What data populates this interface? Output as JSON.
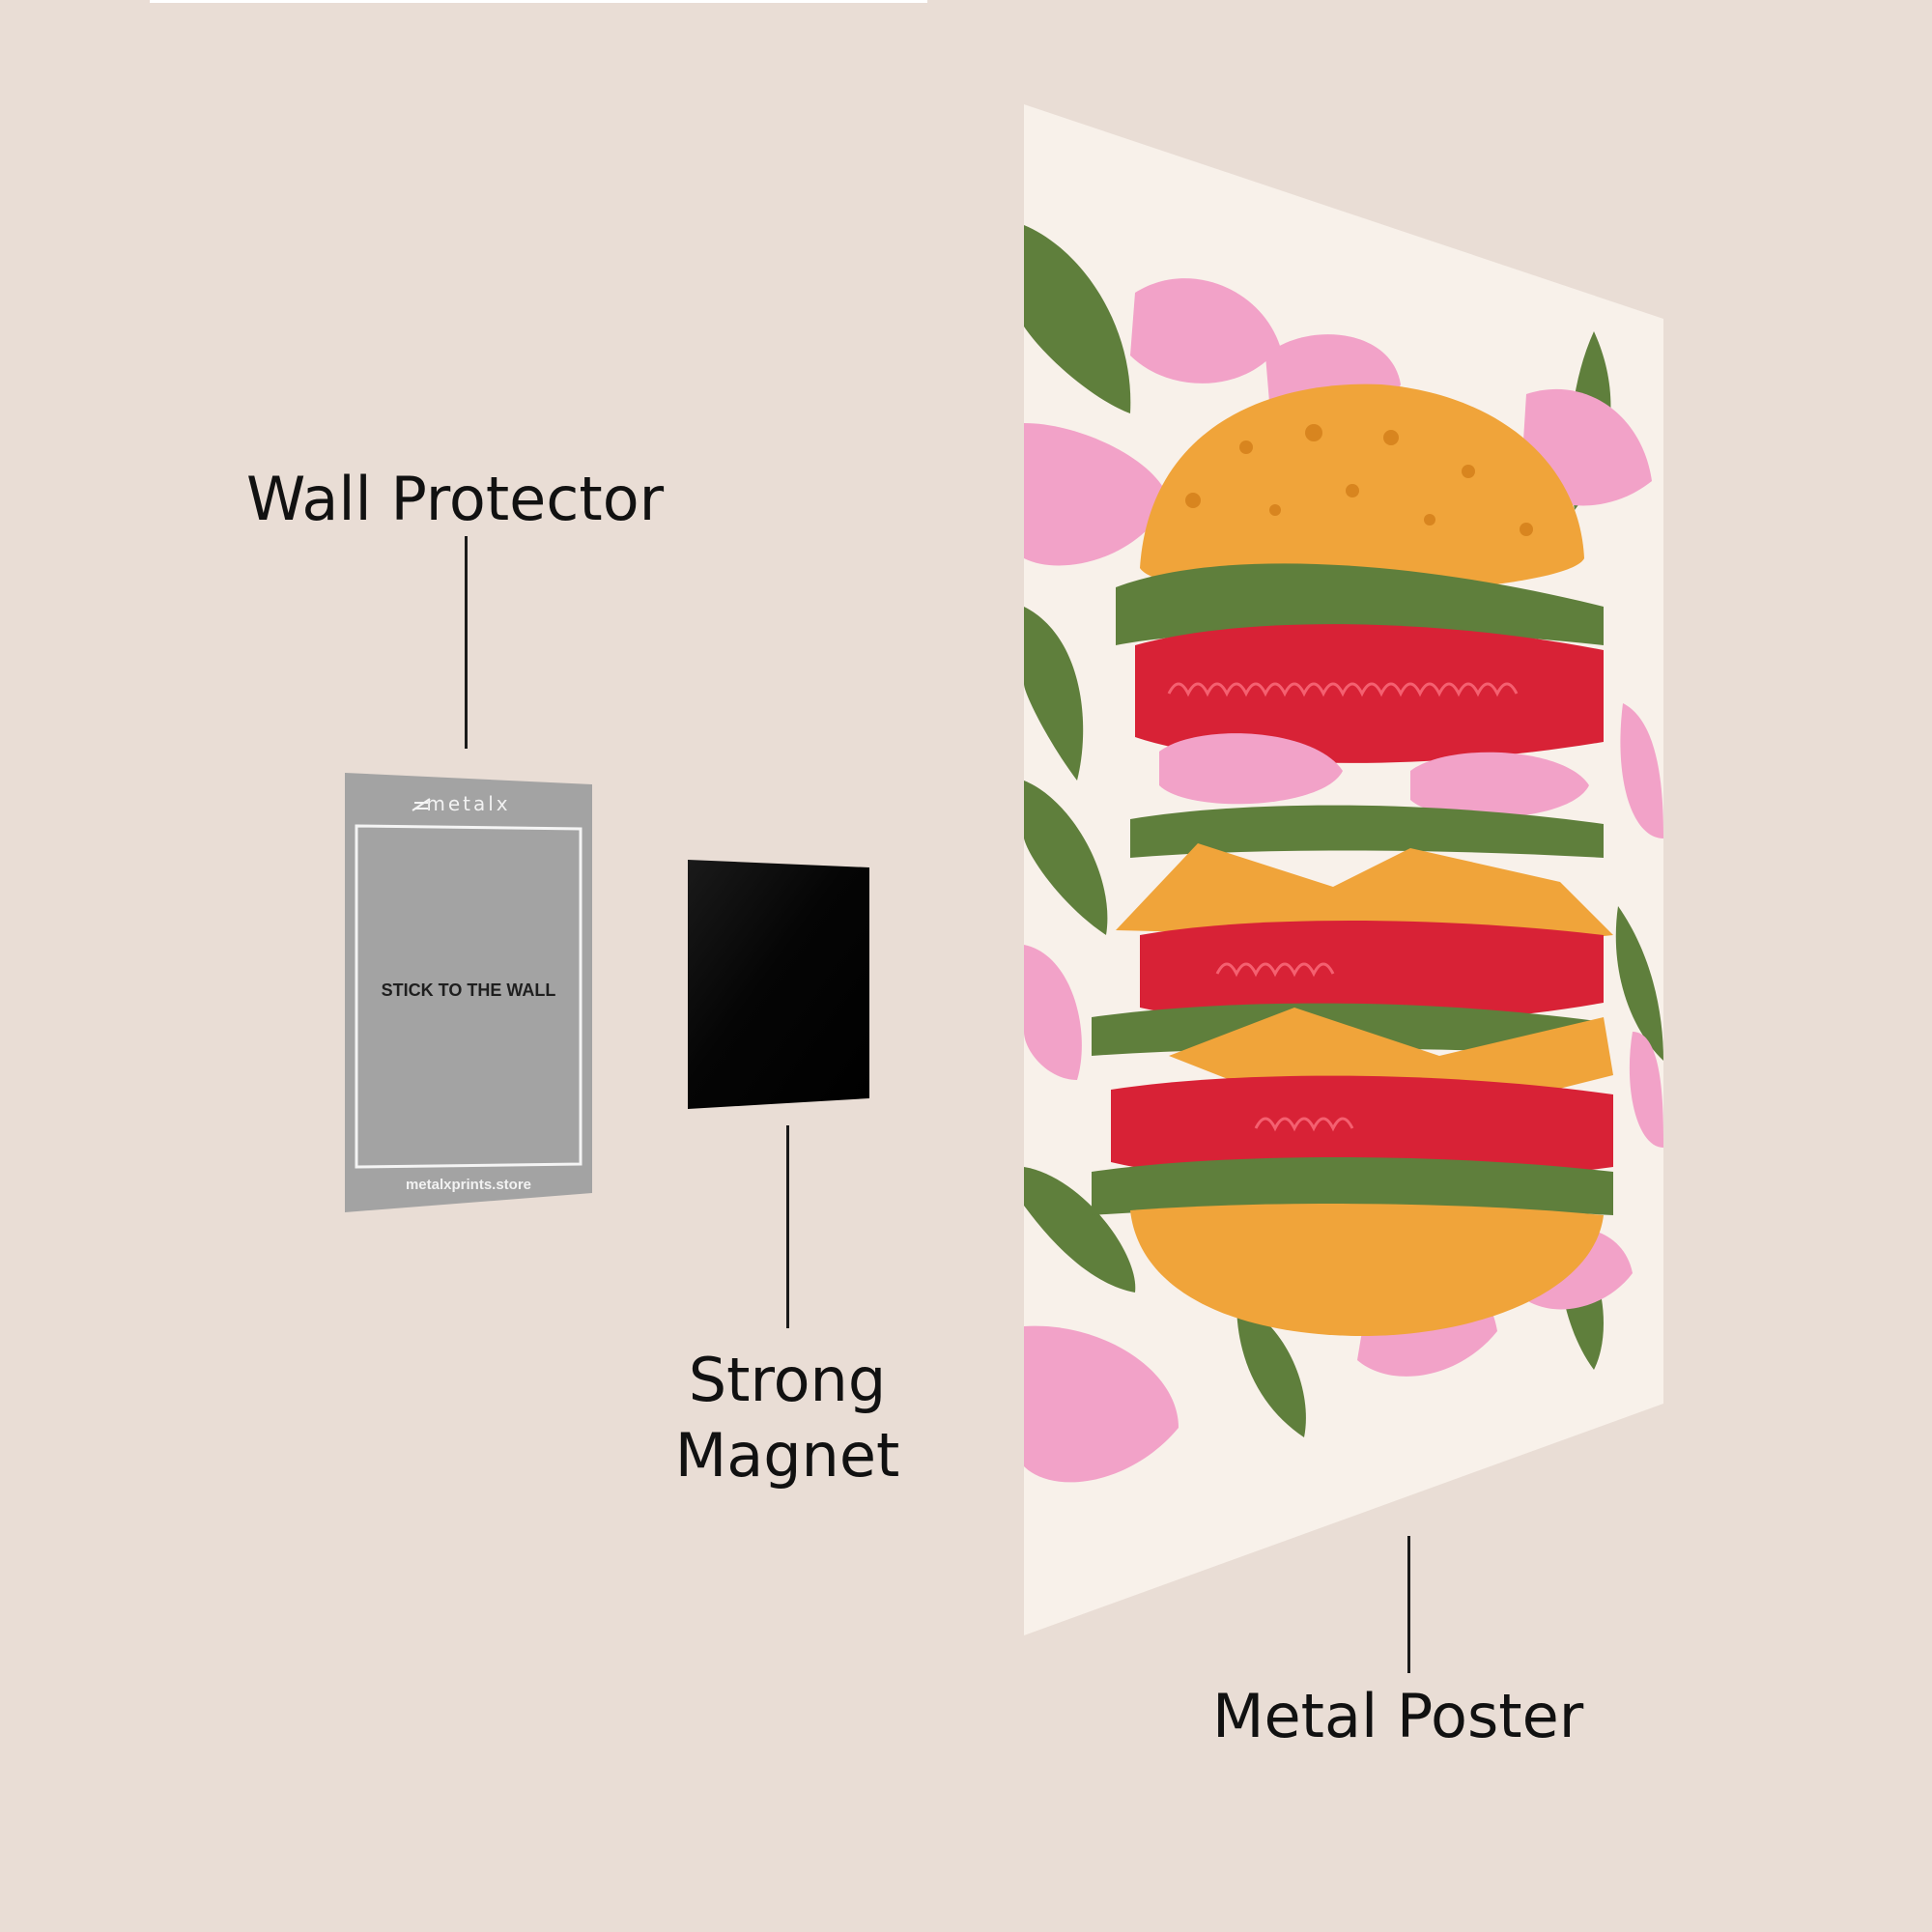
{
  "labels": {
    "wall_protector": "Wall Protector",
    "strong_magnet_line1": "Strong",
    "strong_magnet_line2": "Magnet",
    "metal_poster": "Metal Poster"
  },
  "protector": {
    "brand": "metalx",
    "instruction": "STICK TO THE WALL",
    "website": "metalxprints.store"
  },
  "colors": {
    "background": "#E9DDD5",
    "protector": "#A3A3A3",
    "magnet": "#050505",
    "poster_background": "#F8F1EA",
    "bun": "#F0A43A",
    "lettuce": "#5F7F3C",
    "tomato_red": "#D82236",
    "pink": "#F2A2C8"
  },
  "icons": {
    "brand_logo": "metalx-logo-icon",
    "poster_art": "burger-illustration"
  }
}
